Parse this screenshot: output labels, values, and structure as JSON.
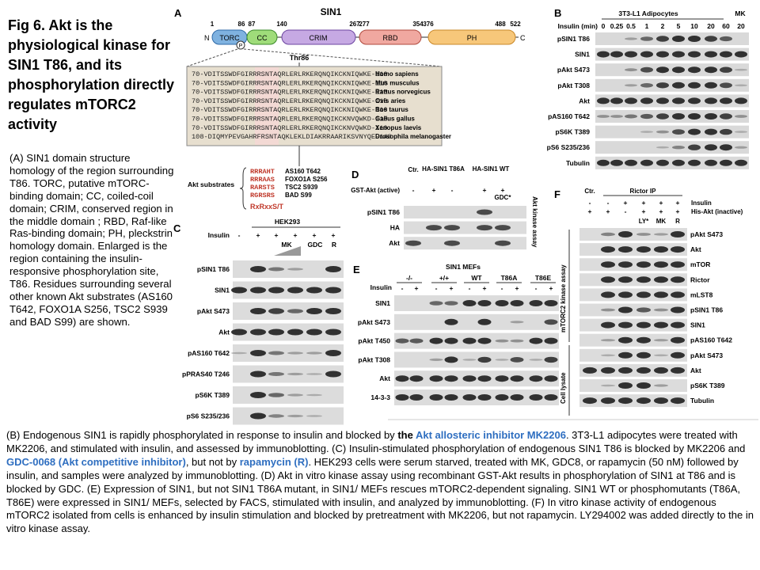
{
  "title": "Fig 6.  Akt is the physiological kinase for SIN1 T86, and its phosphorylation directly regulates mTORC2 activity",
  "caption_a": "(A) SIN1 domain structure homology of the region surrounding T86. TORC, putative mTORC-binding domain; CC, coiled-coil domain; CRIM, conserved region in the middle domain ; RBD, Raf-like Ras-binding domain; PH, pleckstrin homology domain. Enlarged is the region containing the insulin-responsive phosphorylation site, T86. Residues surrounding several other known Akt substrates (AS160 T642, FOXO1A S256, TSC2 S939 and BAD S99) are shown.",
  "caption_b": {
    "p1": "(B) Endogenous SIN1 is rapidly phosphorylated in response to insulin and blocked by ",
    "p1_bold": "the ",
    "p1_blue": "Akt allosteric inhibitor MK2206",
    "p2": ". 3T3-L1 adipocytes were treated with MK2206, and stimulated with insulin, and assessed by immunoblotting. (C) Insulin-stimulated phosphorylation of endogenous SIN1 T86 is blocked by MK2206 and ",
    "p2_blue": "GDC-0068 (Akt competitive inhibitor)",
    "p3": ",  but not by ",
    "p3_blue": "rapamycin (R)",
    "p4": ".  HEK293 cells were serum starved, treated with MK, GDC8, or rapamycin (50 nM) followed by insulin, and samples were analyzed by immunoblotting. (D) Akt in vitro kinase assay using recombinant GST-Akt results in phosphorylation of SIN1 at T86 and is blocked by GDC. (E) Expression of SIN1, but not SIN1 T86A mutant, in SIN1/ MEFs rescues mTORC2-dependent signaling. SIN1 WT or phosphomutants (T86A, T86E) were expressed in SIN1/ MEFs, selected by FACS, stimulated with insulin, and analyzed by immunoblotting.  (F) In vitro kinase activity of endogenous mTORC2 isolated from cells is enhanced by insulin stimulation and blocked by pretreatment with MK2206, but not rapamycin. LY294002 was added directly to the in vitro kinase assay."
  },
  "panel_a": {
    "letter": "A",
    "protein": "SIN1",
    "positions": [
      "1",
      "86",
      "87",
      "140",
      "267",
      "277",
      "354",
      "376",
      "488",
      "522"
    ],
    "domains": [
      "TORC",
      "CC",
      "CRIM",
      "RBD",
      "PH"
    ],
    "n": "N",
    "c": "C",
    "p": "P",
    "site": "Thr86",
    "alignment": [
      {
        "seq": "70-VDITSSWDFGIRRRSNTAQRLERLRKERQNQIKCKNIQWKE-110",
        "species": "Homo sapiens"
      },
      {
        "seq": "70-VDITSSWDFGIRRRSNTAQRLERLRKERQNQIKCKNIQWKE-110",
        "species": "Mus musculus"
      },
      {
        "seq": "70-VDITSSWDFGIRRRSNTAQRLERLRKERQNQIKCKNIQWKE-110",
        "species": "Rattus norvegicus"
      },
      {
        "seq": "70-VDITSSWDFGIRRRSNTAQRLERLRKERQNQIKCKNIQWKE-110",
        "species": "Ovis aries"
      },
      {
        "seq": "70-VDITSSWDFGIRRRSNTAQRLERLRKERQNQIKCKNIQWKE-110",
        "species": "Bos taurus"
      },
      {
        "seq": "70-VDITSSWDFGIRRRSNTAQRLERLRKERQNQIKCKNVQWKD-110",
        "species": "Gallus gallus"
      },
      {
        "seq": "70-VDITSSWDFGIRRRSNTAQRLERLRKERQNQIKCKNVQWKD-110",
        "species": "Xenopus laevis"
      },
      {
        "seq": "108-DIQMYPEVGAHRFRSNTAQKLEKLDIAKRRAARIKSVNYQE-148",
        "species": "Drosophila melanogaster"
      }
    ],
    "akt_label": "Akt substrates",
    "substrates": [
      {
        "seq": "RRRAHT",
        "name": "AS160 T642"
      },
      {
        "seq": "RRRAAS",
        "name": "FOXO1A S256"
      },
      {
        "seq": "RARSTS",
        "name": "TSC2 S939"
      },
      {
        "seq": "RGRSRS",
        "name": "BAD S99"
      }
    ],
    "consensus": "RxRxxS/T"
  },
  "panel_b": {
    "letter": "B",
    "header": "3T3-L1 Adipocytes",
    "mk": "MK",
    "row_label": "Insulin (min)",
    "times": [
      "0",
      "0.25",
      "0.5",
      "1",
      "2",
      "5",
      "10",
      "20",
      "60",
      "20"
    ],
    "blots": [
      "pSIN1 T86",
      "SIN1",
      "pAkt S473",
      "pAkt T308",
      "Akt",
      "pAS160 T642",
      "pS6K T389",
      "pS6 S235/236",
      "Tubulin"
    ]
  },
  "panel_c": {
    "letter": "C",
    "header": "HEK293",
    "insulin": "Insulin",
    "insulin_signs": [
      "-",
      "+",
      "+",
      "+",
      "+",
      "+",
      "+"
    ],
    "treatments": [
      "MK",
      "GDC",
      "R"
    ],
    "blots": [
      "pSIN1 T86",
      "SIN1",
      "pAkt S473",
      "Akt",
      "pAS160 T642",
      "pPRAS40 T246",
      "pS6K T389",
      "pS6 S235/236"
    ]
  },
  "panel_d": {
    "letter": "D",
    "ctr": "Ctr.",
    "groups": [
      "HA-SIN1 T86A",
      "HA-SIN1 WT"
    ],
    "gst_label": "GST-Akt (active)",
    "signs": [
      "-",
      "+",
      "-",
      "+",
      "+"
    ],
    "gdc": "GDC*",
    "blots": [
      "pSIN1 T86",
      "HA",
      "Akt"
    ],
    "side": "Akt kinase assay"
  },
  "panel_e": {
    "letter": "E",
    "header": "SIN1 MEFs",
    "groups": [
      "-/-",
      "+/+",
      "WT",
      "T86A",
      "T86E"
    ],
    "insulin": "Insulin",
    "signs": [
      "-",
      "+",
      "-",
      "+",
      "-",
      "+",
      "-",
      "+",
      "-",
      "+"
    ],
    "blots": [
      "SIN1",
      "pAkt S473",
      "pAkt T450",
      "pAkt T308",
      "Akt",
      "14-3-3"
    ]
  },
  "panel_f": {
    "letter": "F",
    "ctr": "Ctr.",
    "header": "Rictor IP",
    "row1_label": "Insulin",
    "row2_label": "His-Akt (inactive)",
    "row1": [
      "-",
      "-",
      "+",
      "+",
      "+",
      "+",
      "+"
    ],
    "row2": [
      "+",
      "+",
      "-",
      "+",
      "+",
      "+",
      "+"
    ],
    "treat": [
      "LY*",
      "MK",
      "R"
    ],
    "side1": "mTORC2 kinase assay",
    "side2": "Cell lysate",
    "blots": [
      "pAkt S473",
      "Akt",
      "mTOR",
      "Rictor",
      "mLST8",
      "pSIN1 T86",
      "SIN1",
      "pAS160 T642",
      "pAkt S473",
      "Akt",
      "pS6K T389",
      "Tubulin"
    ]
  }
}
